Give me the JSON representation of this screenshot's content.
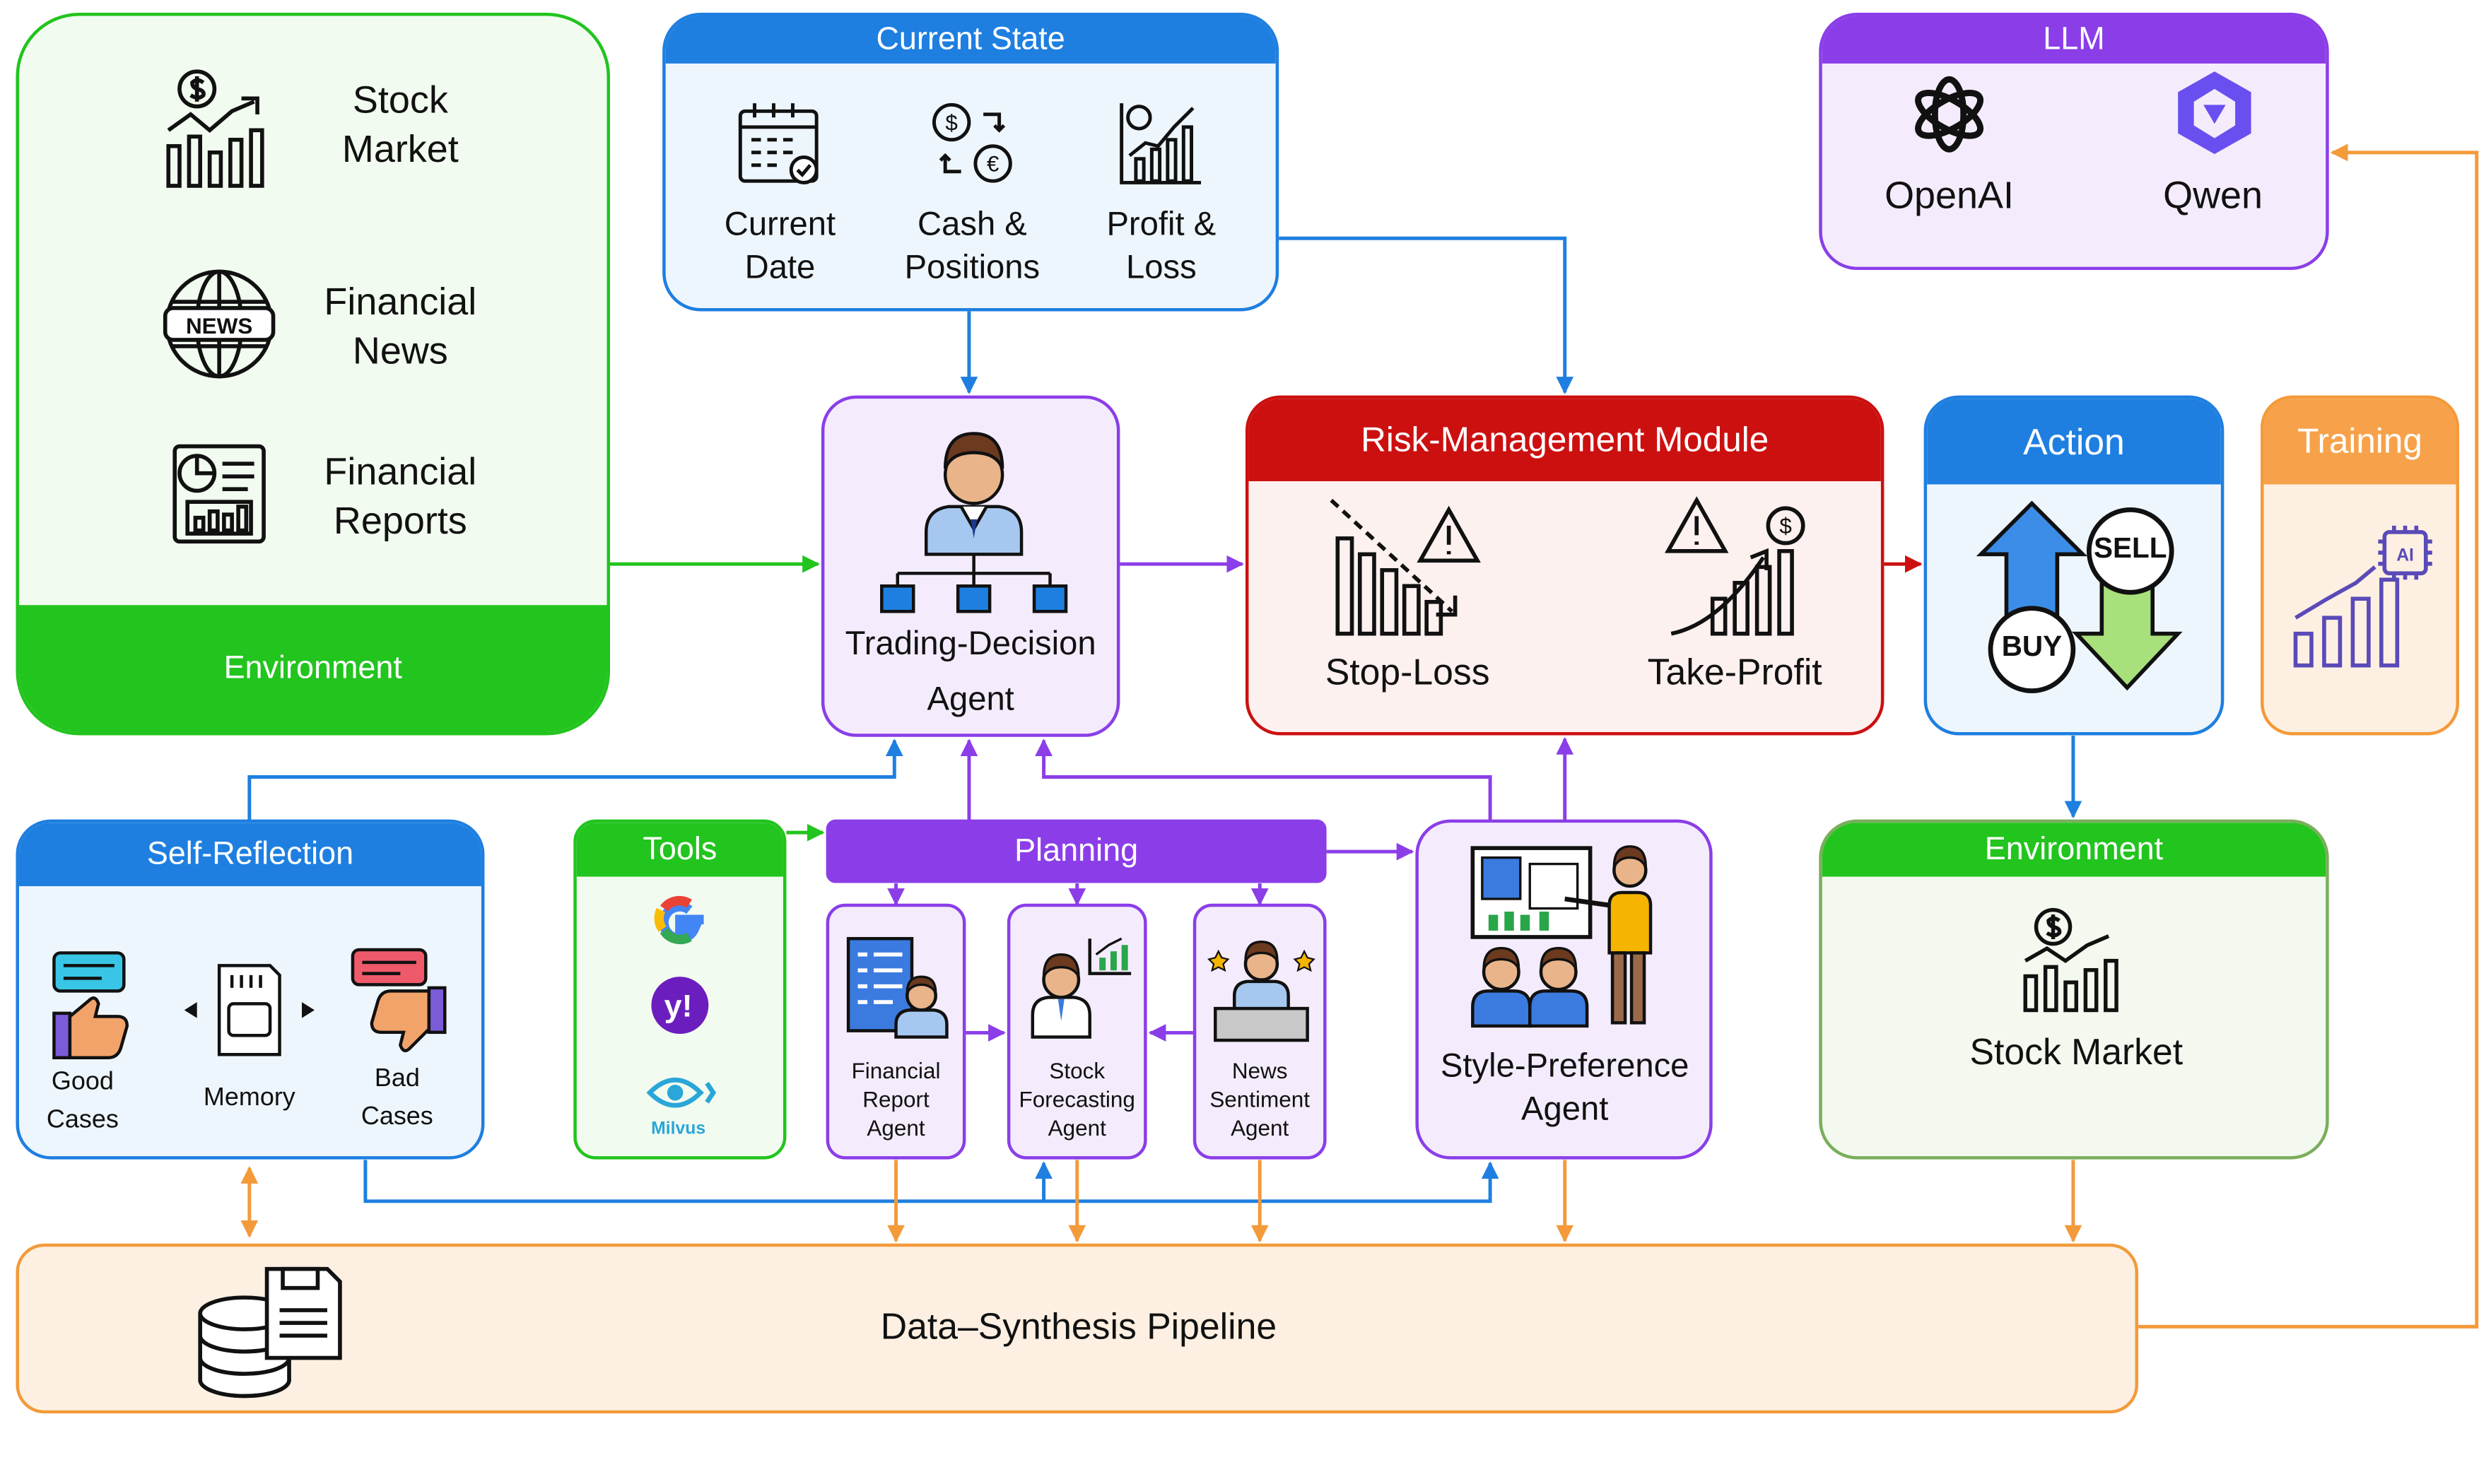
{
  "environment_top": {
    "title": "Environment",
    "items": [
      {
        "label": "Stock Market",
        "icon": "stock-chart-icon"
      },
      {
        "label": "Financial News",
        "icon": "news-globe-icon"
      },
      {
        "label": "Financial Reports",
        "icon": "report-document-icon"
      }
    ]
  },
  "current_state": {
    "title": "Current State",
    "items": [
      {
        "label": "Current Date",
        "icon": "calendar-icon"
      },
      {
        "label": "Cash & Positions",
        "icon": "currency-exchange-icon"
      },
      {
        "label": "Profit & Loss",
        "icon": "profit-chart-icon"
      }
    ]
  },
  "llm": {
    "title": "LLM",
    "items": [
      {
        "label": "OpenAI",
        "icon": "openai-logo-icon"
      },
      {
        "label": "Qwen",
        "icon": "qwen-logo-icon"
      }
    ]
  },
  "trading_agent": {
    "title": "Trading-Decision Agent",
    "icon": "manager-hierarchy-icon"
  },
  "risk": {
    "title": "Risk-Management Module",
    "items": [
      {
        "label": "Stop-Loss",
        "icon": "declining-bars-icon"
      },
      {
        "label": "Take-Profit",
        "icon": "rising-bars-icon"
      }
    ]
  },
  "action": {
    "title": "Action",
    "buy": "BUY",
    "sell": "SELL"
  },
  "training": {
    "title": "Training",
    "icon": "ai-growth-chart-icon"
  },
  "self_reflection": {
    "title": "Self-Reflection",
    "good": "Good Cases",
    "memory": "Memory",
    "bad": "Bad Cases"
  },
  "tools": {
    "title": "Tools",
    "items": [
      {
        "label": "",
        "icon": "google-logo-icon"
      },
      {
        "label": "",
        "icon": "yahoo-logo-icon"
      },
      {
        "label": "Milvus",
        "icon": "milvus-logo-icon"
      }
    ]
  },
  "planning": {
    "title": "Planning",
    "agents": [
      {
        "label": "Financial Report Agent",
        "icon": "report-analyst-icon"
      },
      {
        "label": "Stock Forecasting Agent",
        "icon": "forecaster-icon"
      },
      {
        "label": "News Sentiment Agent",
        "icon": "news-anchor-icon"
      }
    ]
  },
  "style_agent": {
    "title": "Style-Preference Agent",
    "icon": "presenter-icon"
  },
  "environment_bottom": {
    "title": "Environment",
    "label": "Stock Market",
    "icon": "stock-chart-icon"
  },
  "pipeline": {
    "title": "Data–Synthesis Pipeline",
    "icon": "database-icon"
  },
  "colors": {
    "green": "#22c41e",
    "blue": "#1e7fe0",
    "purple": "#8b3ee8",
    "red": "#cc1010",
    "orange": "#f39a3a"
  }
}
